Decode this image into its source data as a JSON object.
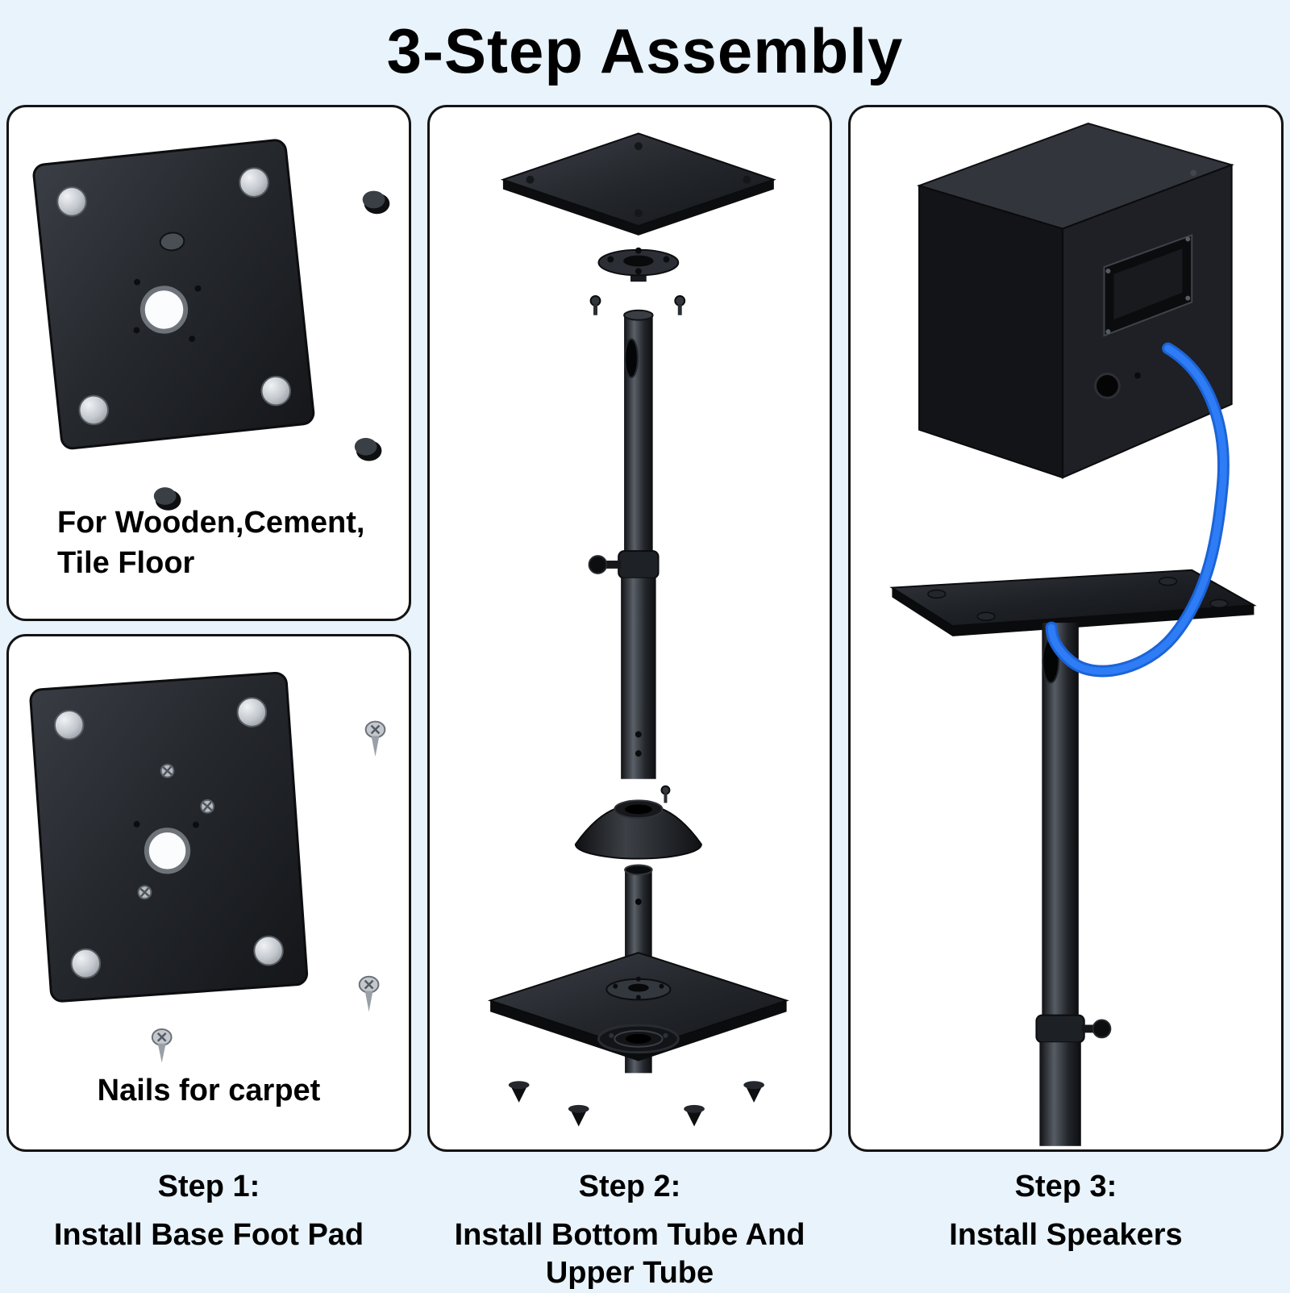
{
  "title": "3-Step Assembly",
  "panels": {
    "floor_pad": {
      "label_lines": [
        "For Wooden,Cement,",
        "Tile Floor"
      ],
      "illustration": "base-plate-with-foot-pads"
    },
    "carpet_pad": {
      "label": "Nails for carpet",
      "illustration": "base-plate-with-carpet-nails"
    },
    "stand": {
      "illustration": "stand-exploded-view"
    },
    "speaker": {
      "illustration": "speaker-on-stand-with-cable"
    }
  },
  "steps": [
    {
      "title": "Step 1:",
      "description": "Install Base Foot Pad"
    },
    {
      "title": "Step 2:",
      "description": "Install Bottom Tube And Upper Tube"
    },
    {
      "title": "Step 3:",
      "description": "Install Speakers"
    }
  ],
  "colors": {
    "background": "#e8f3fb",
    "panel_background": "#ffffff",
    "panel_border": "#141414",
    "metal_dark": "#1a1c20",
    "pad_silver": "#c3c8ce",
    "cable_blue": "#2e7cf6"
  }
}
